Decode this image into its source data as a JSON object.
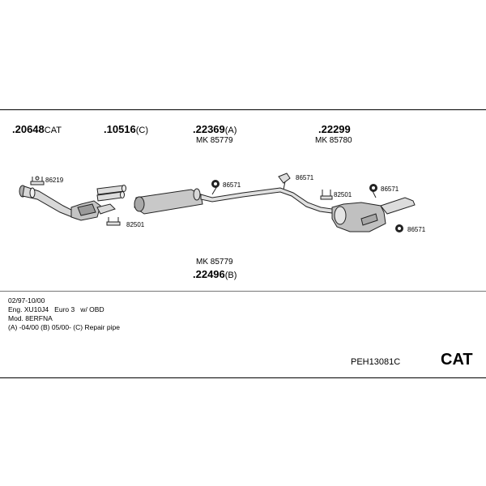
{
  "parts": {
    "p1": {
      "number": ".20648",
      "suffix": "CAT"
    },
    "p2": {
      "number": ".10516",
      "suffix": "(C)"
    },
    "p3": {
      "number": ".22369",
      "suffix": "(A)",
      "mk": "MK 85779"
    },
    "p4": {
      "number": ".22299",
      "suffix": "",
      "mk": "MK 85780"
    },
    "p5": {
      "number": ".22496",
      "suffix": "(B)",
      "mk": "MK 85779"
    }
  },
  "refs": {
    "r86219": "86219",
    "r82501a": "82501",
    "r86571a": "86571",
    "r86571b": "86571",
    "r82501b": "82501",
    "r86571c": "86571",
    "r86571d": "86571"
  },
  "notes": {
    "line1": "02/97-10/00",
    "line2": "Eng. XU10J4   Euro 3   w/ OBD",
    "line3": "Mod. 8ERFNA",
    "line4": "(A) -04/00 (B) 05/00- (C) Repair pipe"
  },
  "kit_code": "PEH13081C",
  "badge": "CAT"
}
